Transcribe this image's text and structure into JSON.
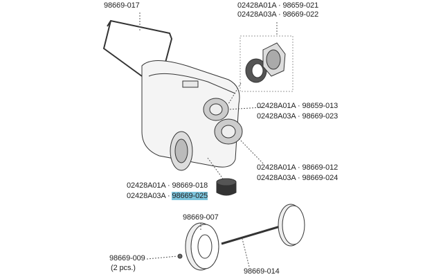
{
  "labels": {
    "handle": "98669-017",
    "cap_ring_a": "02428A01A · 98659-021",
    "cap_ring_b": "02428A03A · 98669-022",
    "upper_cap_a": "02428A01A · 98659-013",
    "upper_cap_b": "02428A03A · 98669-023",
    "lower_cap_a": "02428A01A · 98669-012",
    "lower_cap_b": "02428A03A · 98669-024",
    "drain_cap_a_prefix": "02428A01A · ",
    "drain_cap_a_part": "98669-018",
    "drain_cap_b_prefix": "02428A03A · ",
    "drain_cap_b_part": "98669-025",
    "wheel": "98669-007",
    "hub_cap": "98669-009",
    "hub_cap_qty": "(2 pcs.)",
    "axle": "98669-014"
  },
  "colors": {
    "highlight": "#7cc4dc",
    "line": "#333333"
  }
}
